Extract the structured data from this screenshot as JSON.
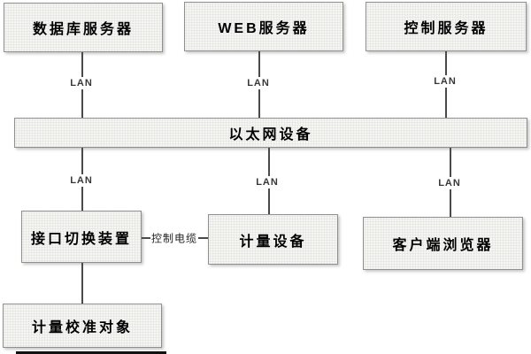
{
  "diagram": {
    "title": "network-calibration-architecture",
    "nodes": [
      {
        "id": "db-server",
        "label": "数据库服务器"
      },
      {
        "id": "web-server",
        "label": "WEB服务器"
      },
      {
        "id": "control-server",
        "label": "控制服务器"
      },
      {
        "id": "ethernet-device",
        "label": "以太网设备"
      },
      {
        "id": "interface-switch",
        "label": "接口切换装置"
      },
      {
        "id": "metering-device",
        "label": "计量设备"
      },
      {
        "id": "client-browser",
        "label": "客户端浏览器"
      },
      {
        "id": "calibration-object",
        "label": "计量校准对象"
      }
    ],
    "edge_labels": {
      "lan": "LAN",
      "control_cable": "控制电缆"
    },
    "colors": {
      "node_fill": "#f5f5f3",
      "node_border": "#8f8f8f",
      "connector": "#4a4a4a",
      "node_text": "#000000",
      "lan_text": "#383838",
      "artifact_bar": "#111111",
      "background": "#ffffff"
    }
  }
}
